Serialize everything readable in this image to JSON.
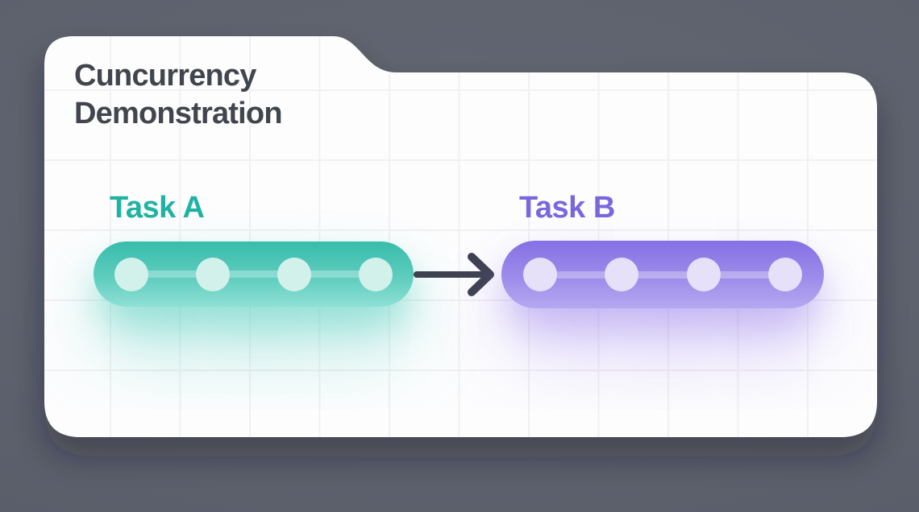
{
  "title": {
    "line1": "Cuncurrency",
    "line2": "Demonstration"
  },
  "tasks": [
    {
      "label": "Task A",
      "dot_count": 4
    },
    {
      "label": "Task B",
      "dot_count": 4
    }
  ],
  "arrow": {
    "direction": "right",
    "meaning": "task-a-to-task-b"
  },
  "colors": {
    "bg_light": "#636772",
    "bg_dark": "#575b67",
    "card": "#fdfdfe",
    "grid": "#f2f0f3",
    "title": "#41454e",
    "taskA_label": "#1fb3a3",
    "taskA_top": "#38bcab",
    "taskA_bottom": "#8ee0d4",
    "taskA_dot": "#d2f1ea",
    "taskB_label": "#7968dc",
    "taskB_top": "#8571e4",
    "taskB_bottom": "#b5a8f0",
    "taskB_dot": "#e6e1f9",
    "arrow": "#3e4250"
  }
}
